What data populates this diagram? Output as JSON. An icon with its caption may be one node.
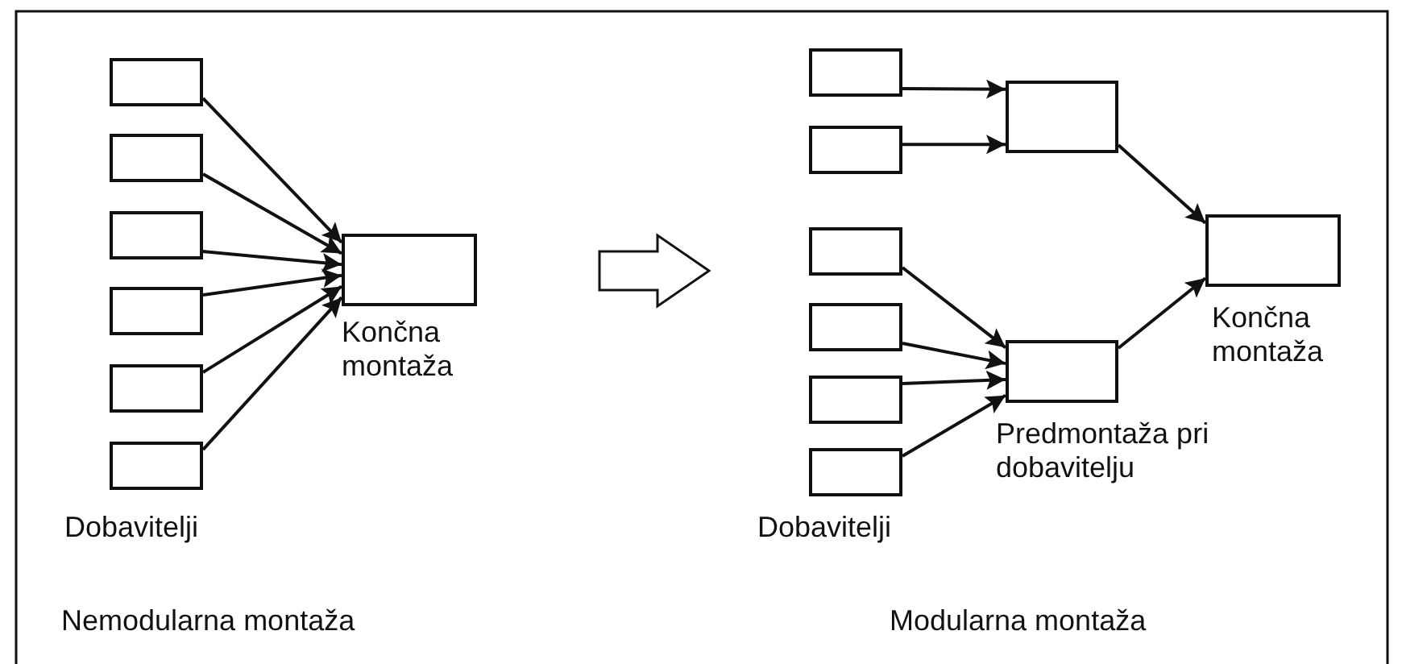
{
  "diagram": {
    "nodes": [
      {
        "text": [],
        "shape": "box"
      },
      {
        "text": [],
        "shape": "box"
      },
      {
        "text": [],
        "shape": "box"
      },
      {
        "text": [],
        "shape": "box"
      },
      {
        "text": [],
        "shape": "box"
      },
      {
        "text": [],
        "shape": "box"
      },
      {
        "text": [],
        "shape": "box",
        "beside": [
          "Končna montaža"
        ]
      },
      {
        "text": [],
        "shape": "box"
      },
      {
        "text": [],
        "shape": "box"
      },
      {
        "text": [],
        "shape": "box"
      },
      {
        "text": [],
        "shape": "box"
      },
      {
        "text": [],
        "shape": "box"
      },
      {
        "text": [],
        "shape": "box"
      },
      {
        "text": [],
        "shape": "box"
      },
      {
        "text": [],
        "shape": "box",
        "beside": [
          "Predmontaža pri dobavitelju"
        ]
      },
      {
        "text": [],
        "shape": "box",
        "beside": [
          "Končna montaža"
        ]
      }
    ],
    "edges": [
      {
        "from": 0,
        "to": 6,
        "arrow": "to"
      },
      {
        "from": 1,
        "to": 6,
        "arrow": "to"
      },
      {
        "from": 2,
        "to": 6,
        "arrow": "to"
      },
      {
        "from": 3,
        "to": 6,
        "arrow": "to"
      },
      {
        "from": 4,
        "to": 6,
        "arrow": "to"
      },
      {
        "from": 5,
        "to": 6,
        "arrow": "to"
      },
      {
        "from": 7,
        "to": 13,
        "arrow": "to"
      },
      {
        "from": 8,
        "to": 13,
        "arrow": "to"
      },
      {
        "from": 9,
        "to": 14,
        "arrow": "to"
      },
      {
        "from": 10,
        "to": 14,
        "arrow": "to"
      },
      {
        "from": 11,
        "to": 14,
        "arrow": "to"
      },
      {
        "from": 12,
        "to": 14,
        "arrow": "to"
      },
      {
        "from": 13,
        "to": 15,
        "arrow": "to"
      },
      {
        "from": 14,
        "to": 15,
        "arrow": "to"
      }
    ],
    "labels": [
      "Dobavitelji",
      "Dobavitelji",
      "Nemodularna montaža",
      "Modularna montaža"
    ]
  }
}
